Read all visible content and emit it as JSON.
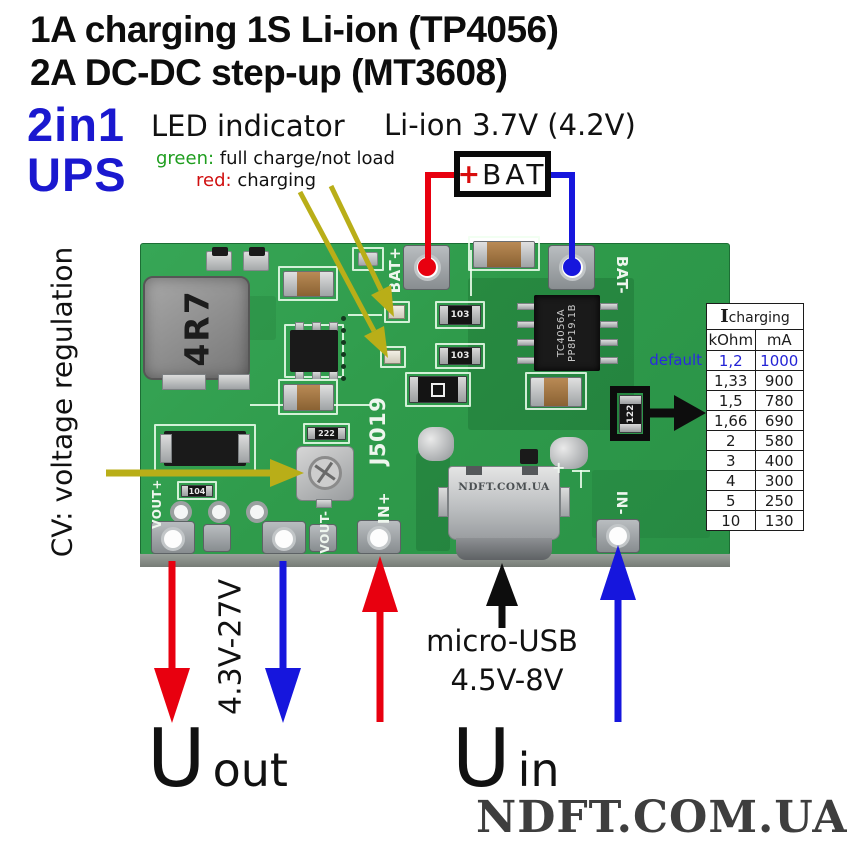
{
  "title": {
    "line1": "1A charging 1S Li-ion (TP4056)",
    "line2": "2A DC-DC step-up (MT3608)"
  },
  "badge": {
    "top": "2in1",
    "bottom": "UPS"
  },
  "led": {
    "heading": "LED indicator",
    "green_label": "green:",
    "green_text": "full charge/not load",
    "red_label": "red:",
    "red_text": "charging"
  },
  "battery": {
    "label": "Li-ion 3.7V (4.2V)",
    "plus": "+",
    "name": "BAT"
  },
  "cv_label": "CV: voltage regulation",
  "outputs": {
    "uout_range": "4.3V-27V",
    "u_out": "U",
    "u_out_sub": "out",
    "u_in": "U",
    "u_in_sub": "in",
    "usb_name": "micro-USB",
    "usb_range": "4.5V-8V"
  },
  "watermark": "NDFT.COM.UA",
  "charging_table": {
    "title_i": "I",
    "title_rest": "charging",
    "col1": "kOhm",
    "col2": "mA",
    "default_label": "default",
    "rows": [
      [
        "1,2",
        "1000"
      ],
      [
        "1,33",
        "900"
      ],
      [
        "1,5",
        "780"
      ],
      [
        "1,66",
        "690"
      ],
      [
        "2",
        "580"
      ],
      [
        "3",
        "400"
      ],
      [
        "4",
        "300"
      ],
      [
        "5",
        "250"
      ],
      [
        "10",
        "130"
      ]
    ]
  },
  "pcb": {
    "silkscreen": {
      "bat_plus": "BAT+",
      "bat_minus": "BAT-",
      "vout_plus": "VOUT+",
      "vout_minus": "VOUT-",
      "in_plus": "IN+",
      "in_minus": "IN-",
      "board_id": "J5019",
      "usb_plus": "+"
    },
    "components": {
      "inductor": "4R7",
      "chip_line1": "TC4056A",
      "chip_line2": "PP8P19.1B",
      "r103a": "103",
      "r103b": "103",
      "r104": "104",
      "r222": "222",
      "r122": "122",
      "usb_watermark": "NDFT.COM.UA"
    }
  },
  "colors": {
    "accent_red": "#e8000f",
    "accent_blue": "#1616dd",
    "annotation_yellow": "#b9ae18",
    "badge_blue": "#1a18cf",
    "green_label": "#1f9e1f",
    "red_label": "#d01010",
    "board_green": "#2f9b4b",
    "table_default_blue": "#2a2ae0"
  }
}
